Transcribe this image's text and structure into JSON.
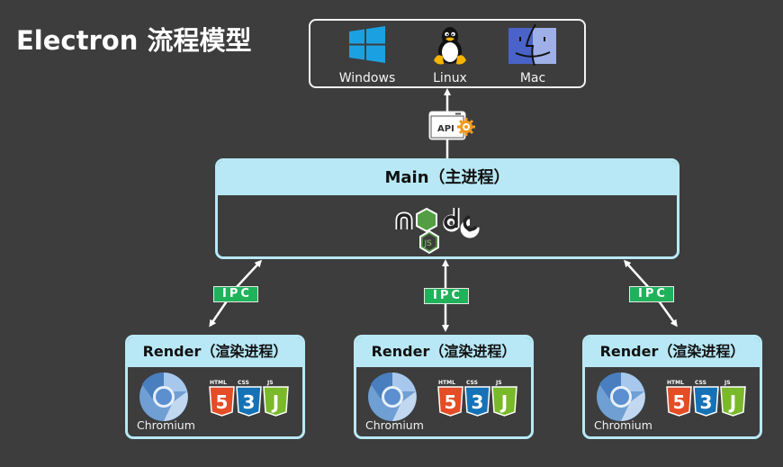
{
  "title": "Electron 流程模型",
  "os": {
    "items": [
      {
        "label": "Windows",
        "icon": "windows-logo-icon"
      },
      {
        "label": "Linux",
        "icon": "linux-tux-icon"
      },
      {
        "label": "Mac",
        "icon": "mac-finder-icon"
      }
    ]
  },
  "api": {
    "label": "API",
    "icon": "api-gear-icon"
  },
  "main": {
    "label": "Main（主进程）",
    "logo": "nodejs-logo-icon",
    "logo_sub": "JS"
  },
  "ipc": [
    {
      "label": "IPC"
    },
    {
      "label": "IPC"
    },
    {
      "label": "IPC"
    }
  ],
  "renders": [
    {
      "label": "Render（渲染进程）",
      "browser": "Chromium",
      "tech": [
        "HTML",
        "CSS",
        "JS"
      ],
      "badges": [
        "5",
        "3",
        "J"
      ]
    },
    {
      "label": "Render（渲染进程）",
      "browser": "Chromium",
      "tech": [
        "HTML",
        "CSS",
        "JS"
      ],
      "badges": [
        "5",
        "3",
        "J"
      ]
    },
    {
      "label": "Render（渲染进程）",
      "browser": "Chromium",
      "tech": [
        "HTML",
        "CSS",
        "JS"
      ],
      "badges": [
        "5",
        "3",
        "J"
      ]
    }
  ],
  "colors": {
    "background": "#3d3d3d",
    "box_header": "#b8e8f5",
    "ipc_green": "#1fb25a",
    "windows_blue": "#1ba1e2",
    "html_orange": "#e44d26",
    "css_blue": "#1572b6",
    "js_green": "#7ab929",
    "node_green": "#539e43"
  }
}
